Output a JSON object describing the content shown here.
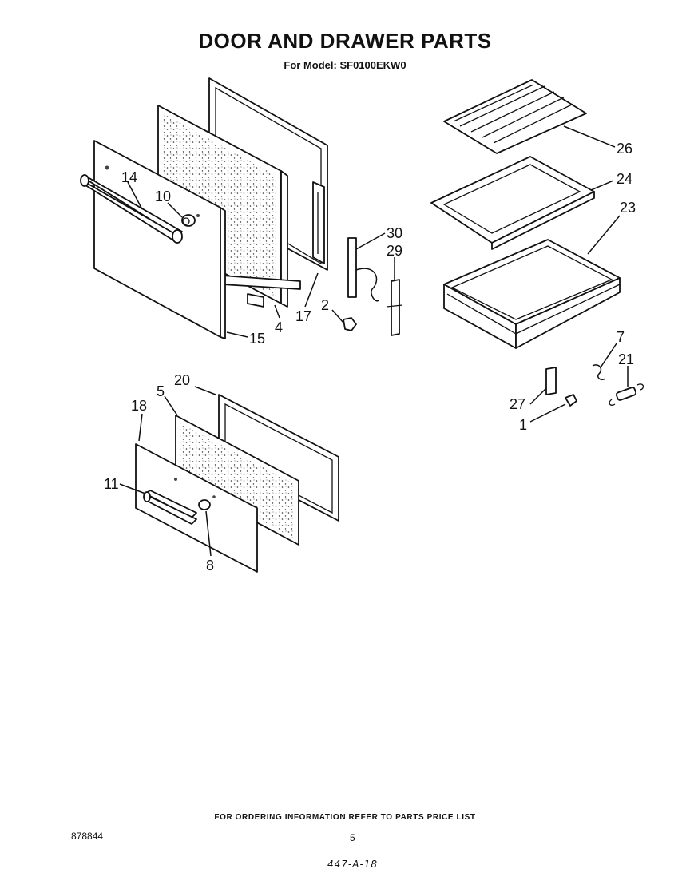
{
  "title": "DOOR AND DRAWER PARTS",
  "subtitle": "For Model: SF0100EKW0",
  "callouts": {
    "c1": "1",
    "c2": "2",
    "c4": "4",
    "c5": "5",
    "c7": "7",
    "c8": "8",
    "c10": "10",
    "c11": "11",
    "c14": "14",
    "c15": "15",
    "c17": "17",
    "c18": "18",
    "c20": "20",
    "c21": "21",
    "c23": "23",
    "c24": "24",
    "c26": "26",
    "c27": "27",
    "c29": "29",
    "c30": "30"
  },
  "footer": {
    "note": "FOR ORDERING INFORMATION REFER TO PARTS PRICE LIST",
    "doc_number": "878844",
    "page": "5",
    "code": "447-A-18"
  }
}
